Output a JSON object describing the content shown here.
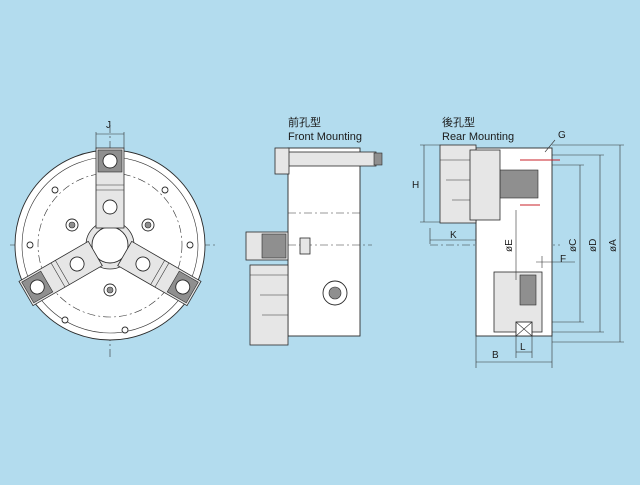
{
  "captions": {
    "front_jp": "前孔型",
    "front_en": "Front Mounting",
    "rear_jp": "後孔型",
    "rear_en": "Rear Mounting"
  },
  "dimensions": {
    "J": "J",
    "H": "H",
    "K": "K",
    "G": "G",
    "E": "øE",
    "C": "øC",
    "D": "øD",
    "A": "øA",
    "F": "F",
    "B": "B",
    "L": "L"
  },
  "colors": {
    "background": "#b3dcee",
    "line": "#2a2a2a",
    "body": "#ffffff",
    "shade": "#e6e6e6",
    "accent": "#c8202a"
  }
}
